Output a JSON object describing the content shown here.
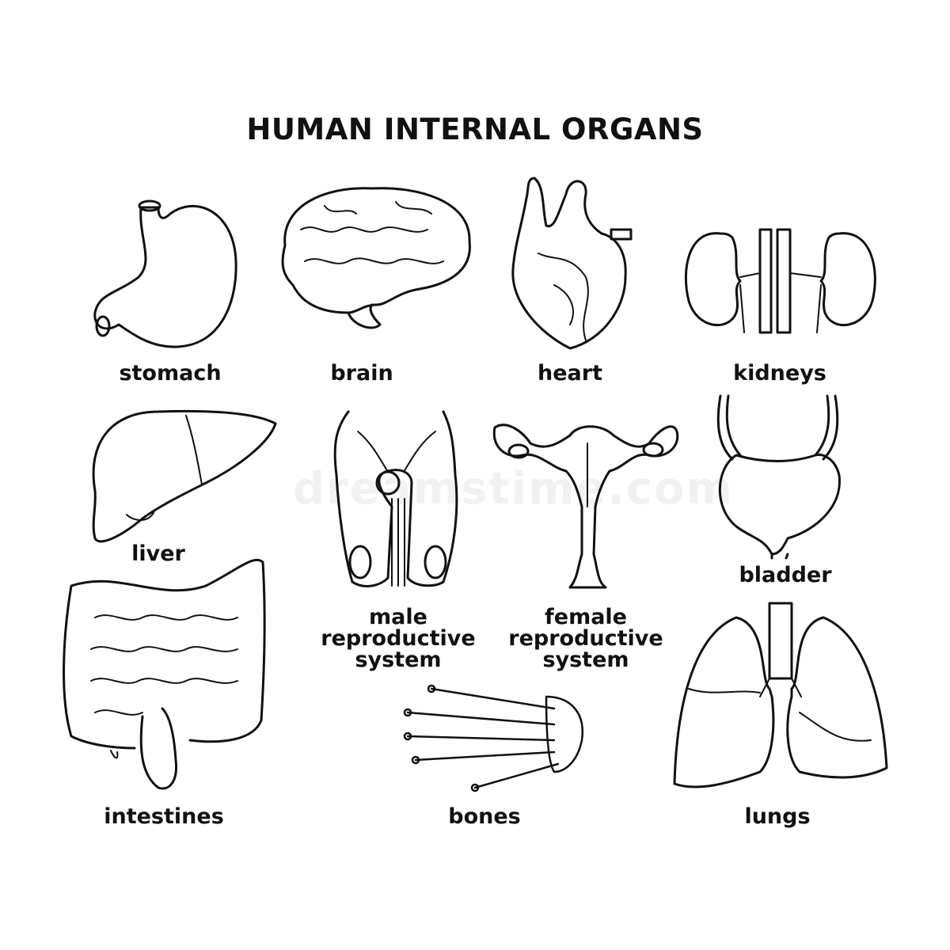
{
  "title": "HUMAN INTERNAL ORGANS",
  "watermark": "dreamstime.com",
  "organs": {
    "stomach": "stomach",
    "brain": "brain",
    "heart": "heart",
    "kidneys": "kidneys",
    "liver": "liver",
    "male_reproductive": [
      "male",
      "reproductive",
      "system"
    ],
    "female_reproductive": [
      "female",
      "reproductive",
      "system"
    ],
    "bladder": "bladder",
    "intestines": "intestines",
    "bones": "bones",
    "lungs": "lungs"
  },
  "colors": {
    "line": "#111111",
    "background": "#ffffff"
  }
}
